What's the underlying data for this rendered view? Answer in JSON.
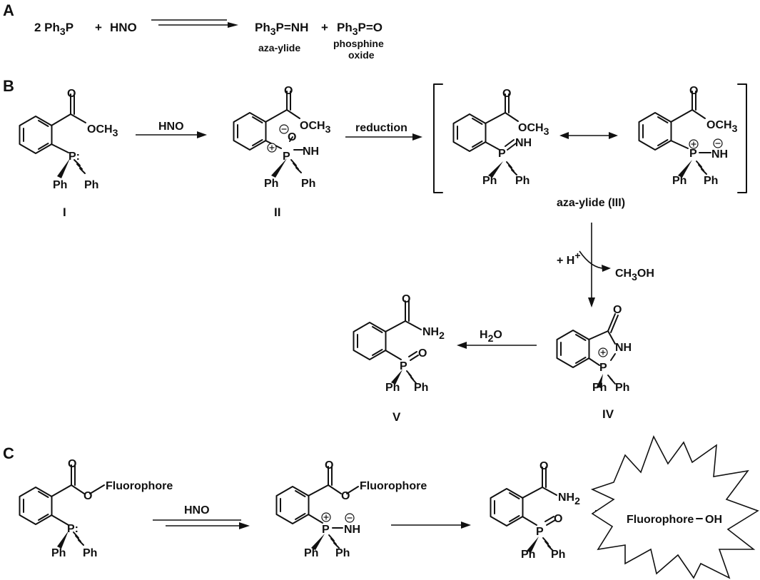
{
  "panels": {
    "a": "A",
    "b": "B",
    "c": "C"
  },
  "scheme_a": {
    "reactant_1": "2 Ph3P",
    "plus": "+",
    "reactant_2": "HNO",
    "product_1": "Ph3P=NH",
    "product_1_name": "aza-ylide",
    "product_2": "Ph3P=O",
    "product_2_name_line1": "phosphine",
    "product_2_name_line2": "oxide"
  },
  "scheme_b": {
    "arrow_1_label": "HNO",
    "arrow_2_label": "reduction",
    "resonance_name": "aza-ylide (III)",
    "arrow_3_reagent": "+ H",
    "arrow_3_reagent_sup": "+",
    "arrow_3_byproduct": "CH3OH",
    "arrow_4_label": "H2O",
    "compounds": {
      "I": "I",
      "II": "II",
      "IV": "IV",
      "V": "V"
    }
  },
  "scheme_c": {
    "arrow_1_label": "HNO",
    "fluorophore": "Fluorophore",
    "released": "Fluorophore",
    "released_suffix": "OH",
    "plus": "+"
  },
  "atoms": {
    "O": "O",
    "P": "P",
    "Ph": "Ph",
    "NH": "NH",
    "NH2": "NH",
    "OCH3": "OCH",
    "sub3": "3",
    "sub2": "2"
  }
}
